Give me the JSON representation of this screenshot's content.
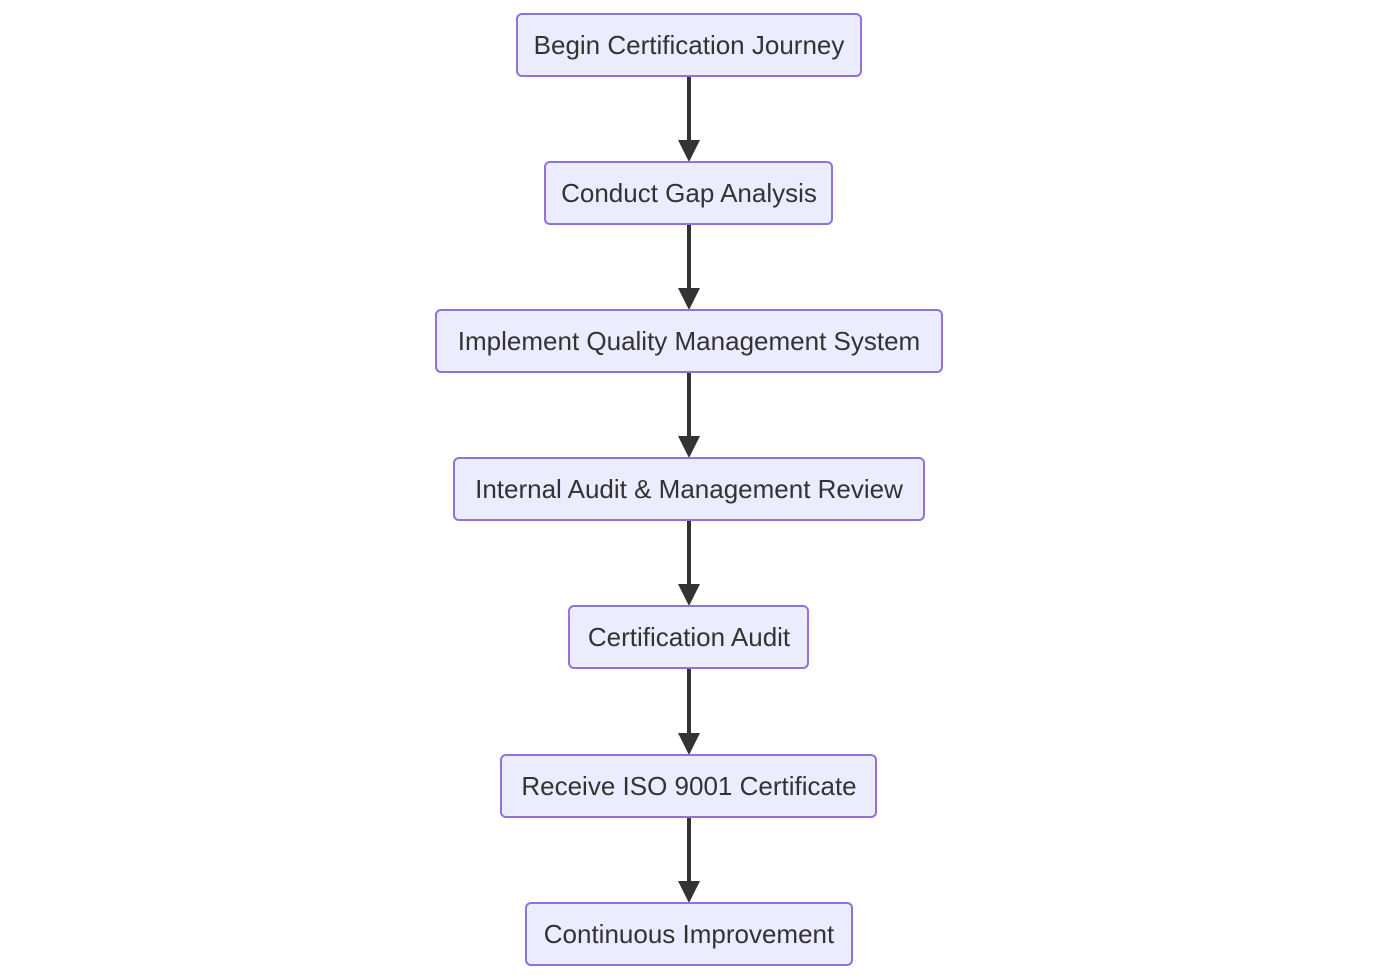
{
  "flowchart": {
    "direction": "top-to-bottom",
    "colors": {
      "node_fill": "#ececff",
      "node_border": "#9370db",
      "text": "#333333",
      "edge": "#333333",
      "background": "#ffffff"
    },
    "nodes": [
      {
        "id": "begin",
        "label": "Begin Certification Journey"
      },
      {
        "id": "gap",
        "label": "Conduct Gap Analysis"
      },
      {
        "id": "qms",
        "label": "Implement Quality Management System"
      },
      {
        "id": "review",
        "label": "Internal Audit & Management Review"
      },
      {
        "id": "audit",
        "label": "Certification Audit"
      },
      {
        "id": "certificate",
        "label": "Receive ISO 9001 Certificate"
      },
      {
        "id": "improve",
        "label": "Continuous Improvement"
      }
    ],
    "edges": [
      {
        "from": "begin",
        "to": "gap"
      },
      {
        "from": "gap",
        "to": "qms"
      },
      {
        "from": "qms",
        "to": "review"
      },
      {
        "from": "review",
        "to": "audit"
      },
      {
        "from": "audit",
        "to": "certificate"
      },
      {
        "from": "certificate",
        "to": "improve"
      }
    ]
  }
}
